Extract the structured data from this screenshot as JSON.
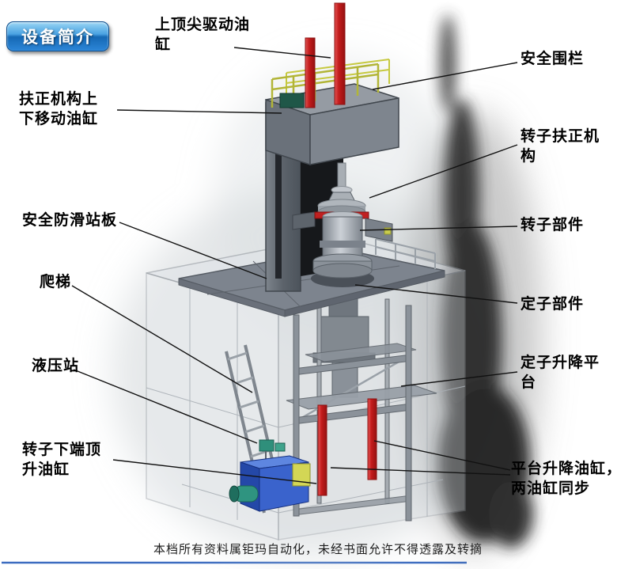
{
  "slide": {
    "title_badge": "设备简介",
    "footer": "本档所有资料属钜玛自动化，未经书面允许不得透露及转摘"
  },
  "colors": {
    "badge_blue": "#1568b4",
    "cylinder_red": "#c41c1c",
    "fence_yellow": "#b2b537",
    "hydraulic_blue": "#2b57b8",
    "platform_gray": "#7d848e",
    "smoke_dark": "#222222"
  },
  "callouts": [
    {
      "name": "top-tip-drive-cylinder",
      "text": "上顶尖驱动油\n缸"
    },
    {
      "name": "safety-fence",
      "text": "安全围栏"
    },
    {
      "name": "centering-lift-cylinder",
      "text": "扶正机构上\n下移动油缸"
    },
    {
      "name": "rotor-centering-mechanism",
      "text": "转子扶正机\n构"
    },
    {
      "name": "anti-slip-platform",
      "text": "安全防滑站板"
    },
    {
      "name": "rotor-component",
      "text": "转子部件"
    },
    {
      "name": "ladder",
      "text": "爬梯"
    },
    {
      "name": "stator-component",
      "text": "定子部件"
    },
    {
      "name": "hydraulic-station",
      "text": "液压站"
    },
    {
      "name": "stator-lift-platform",
      "text": "定子升降平\n台"
    },
    {
      "name": "rotor-bottom-jack-cylinder",
      "text": "转子下端顶\n升油缸"
    },
    {
      "name": "platform-lift-cylinders",
      "text": "平台升降油缸，\n两油缸同步"
    }
  ]
}
